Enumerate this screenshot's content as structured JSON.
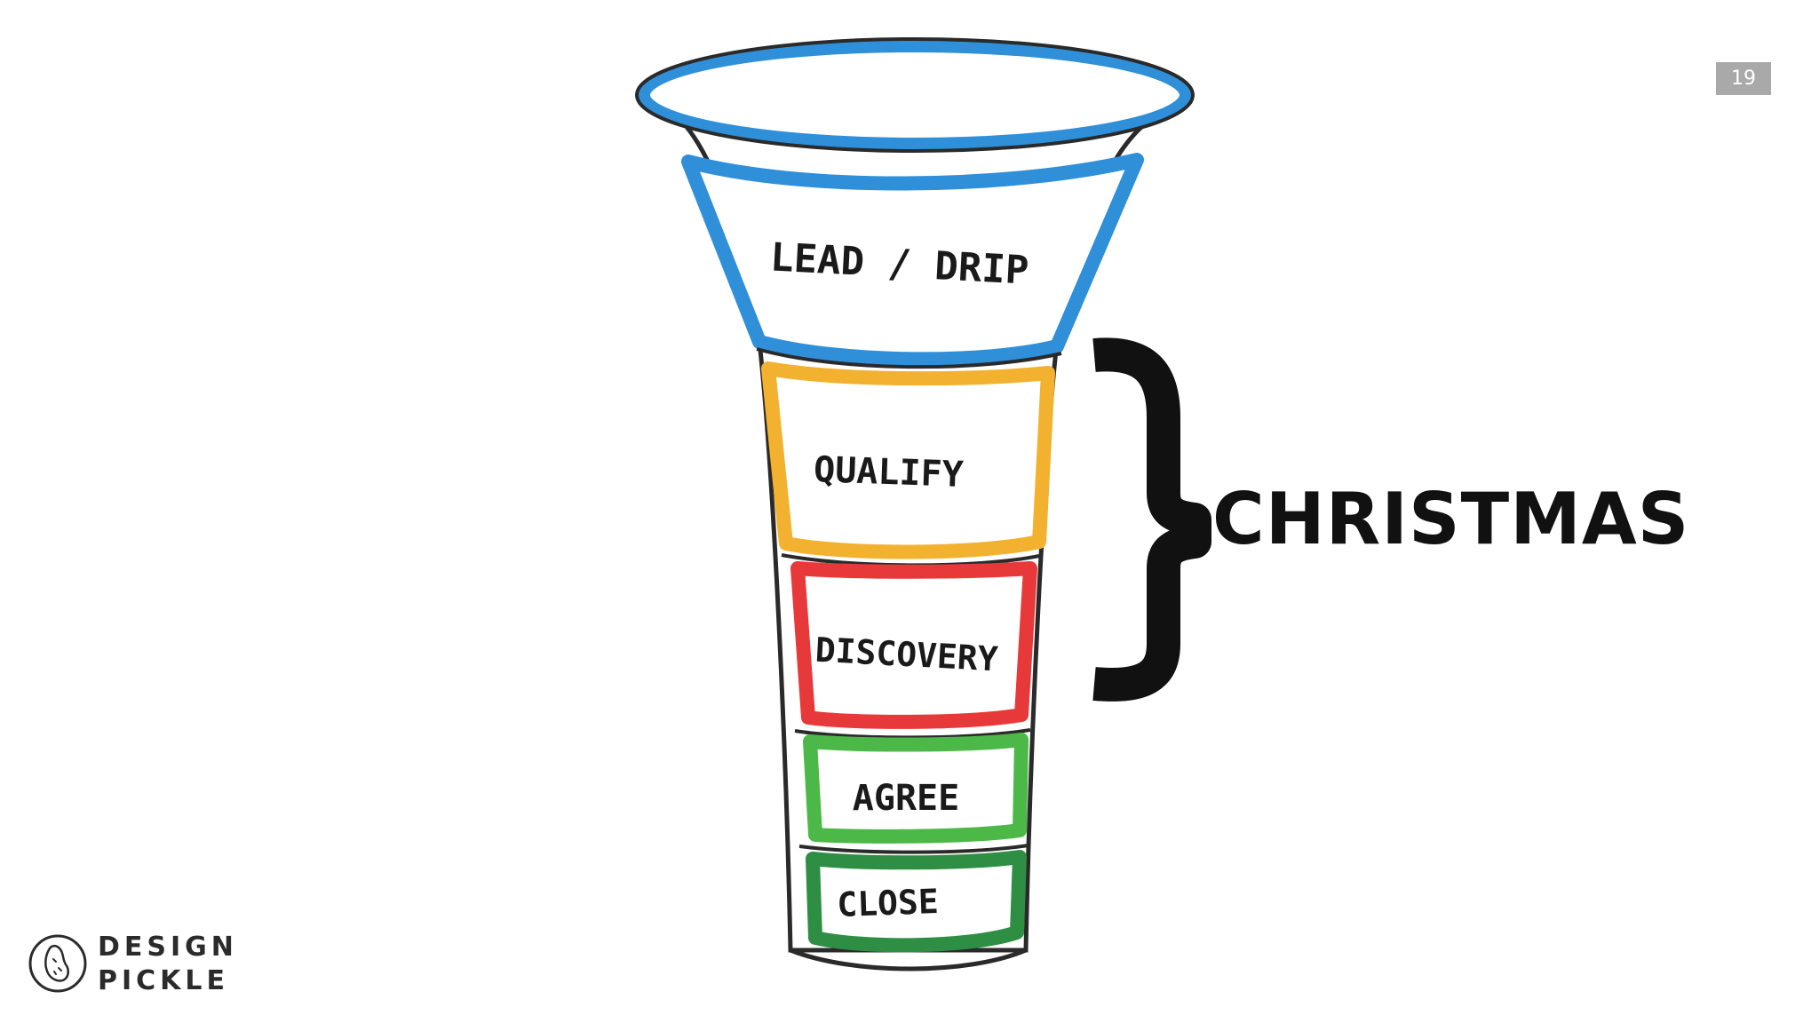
{
  "slide": {
    "number": "19"
  },
  "funnel": {
    "stages": [
      {
        "label": "LEAD / DRIP",
        "color": "#2f8fd8"
      },
      {
        "label": "QUALIFY",
        "color": "#f2b230"
      },
      {
        "label": "DISCOVERY",
        "color": "#e8393a"
      },
      {
        "label": "AGREE",
        "color": "#4cb848"
      },
      {
        "label": "CLOSE",
        "color": "#2e8f44"
      }
    ]
  },
  "bracket": {
    "label": "CHRISTMAS"
  },
  "logo": {
    "line1": "DESIGN",
    "line2": "PICKLE"
  }
}
